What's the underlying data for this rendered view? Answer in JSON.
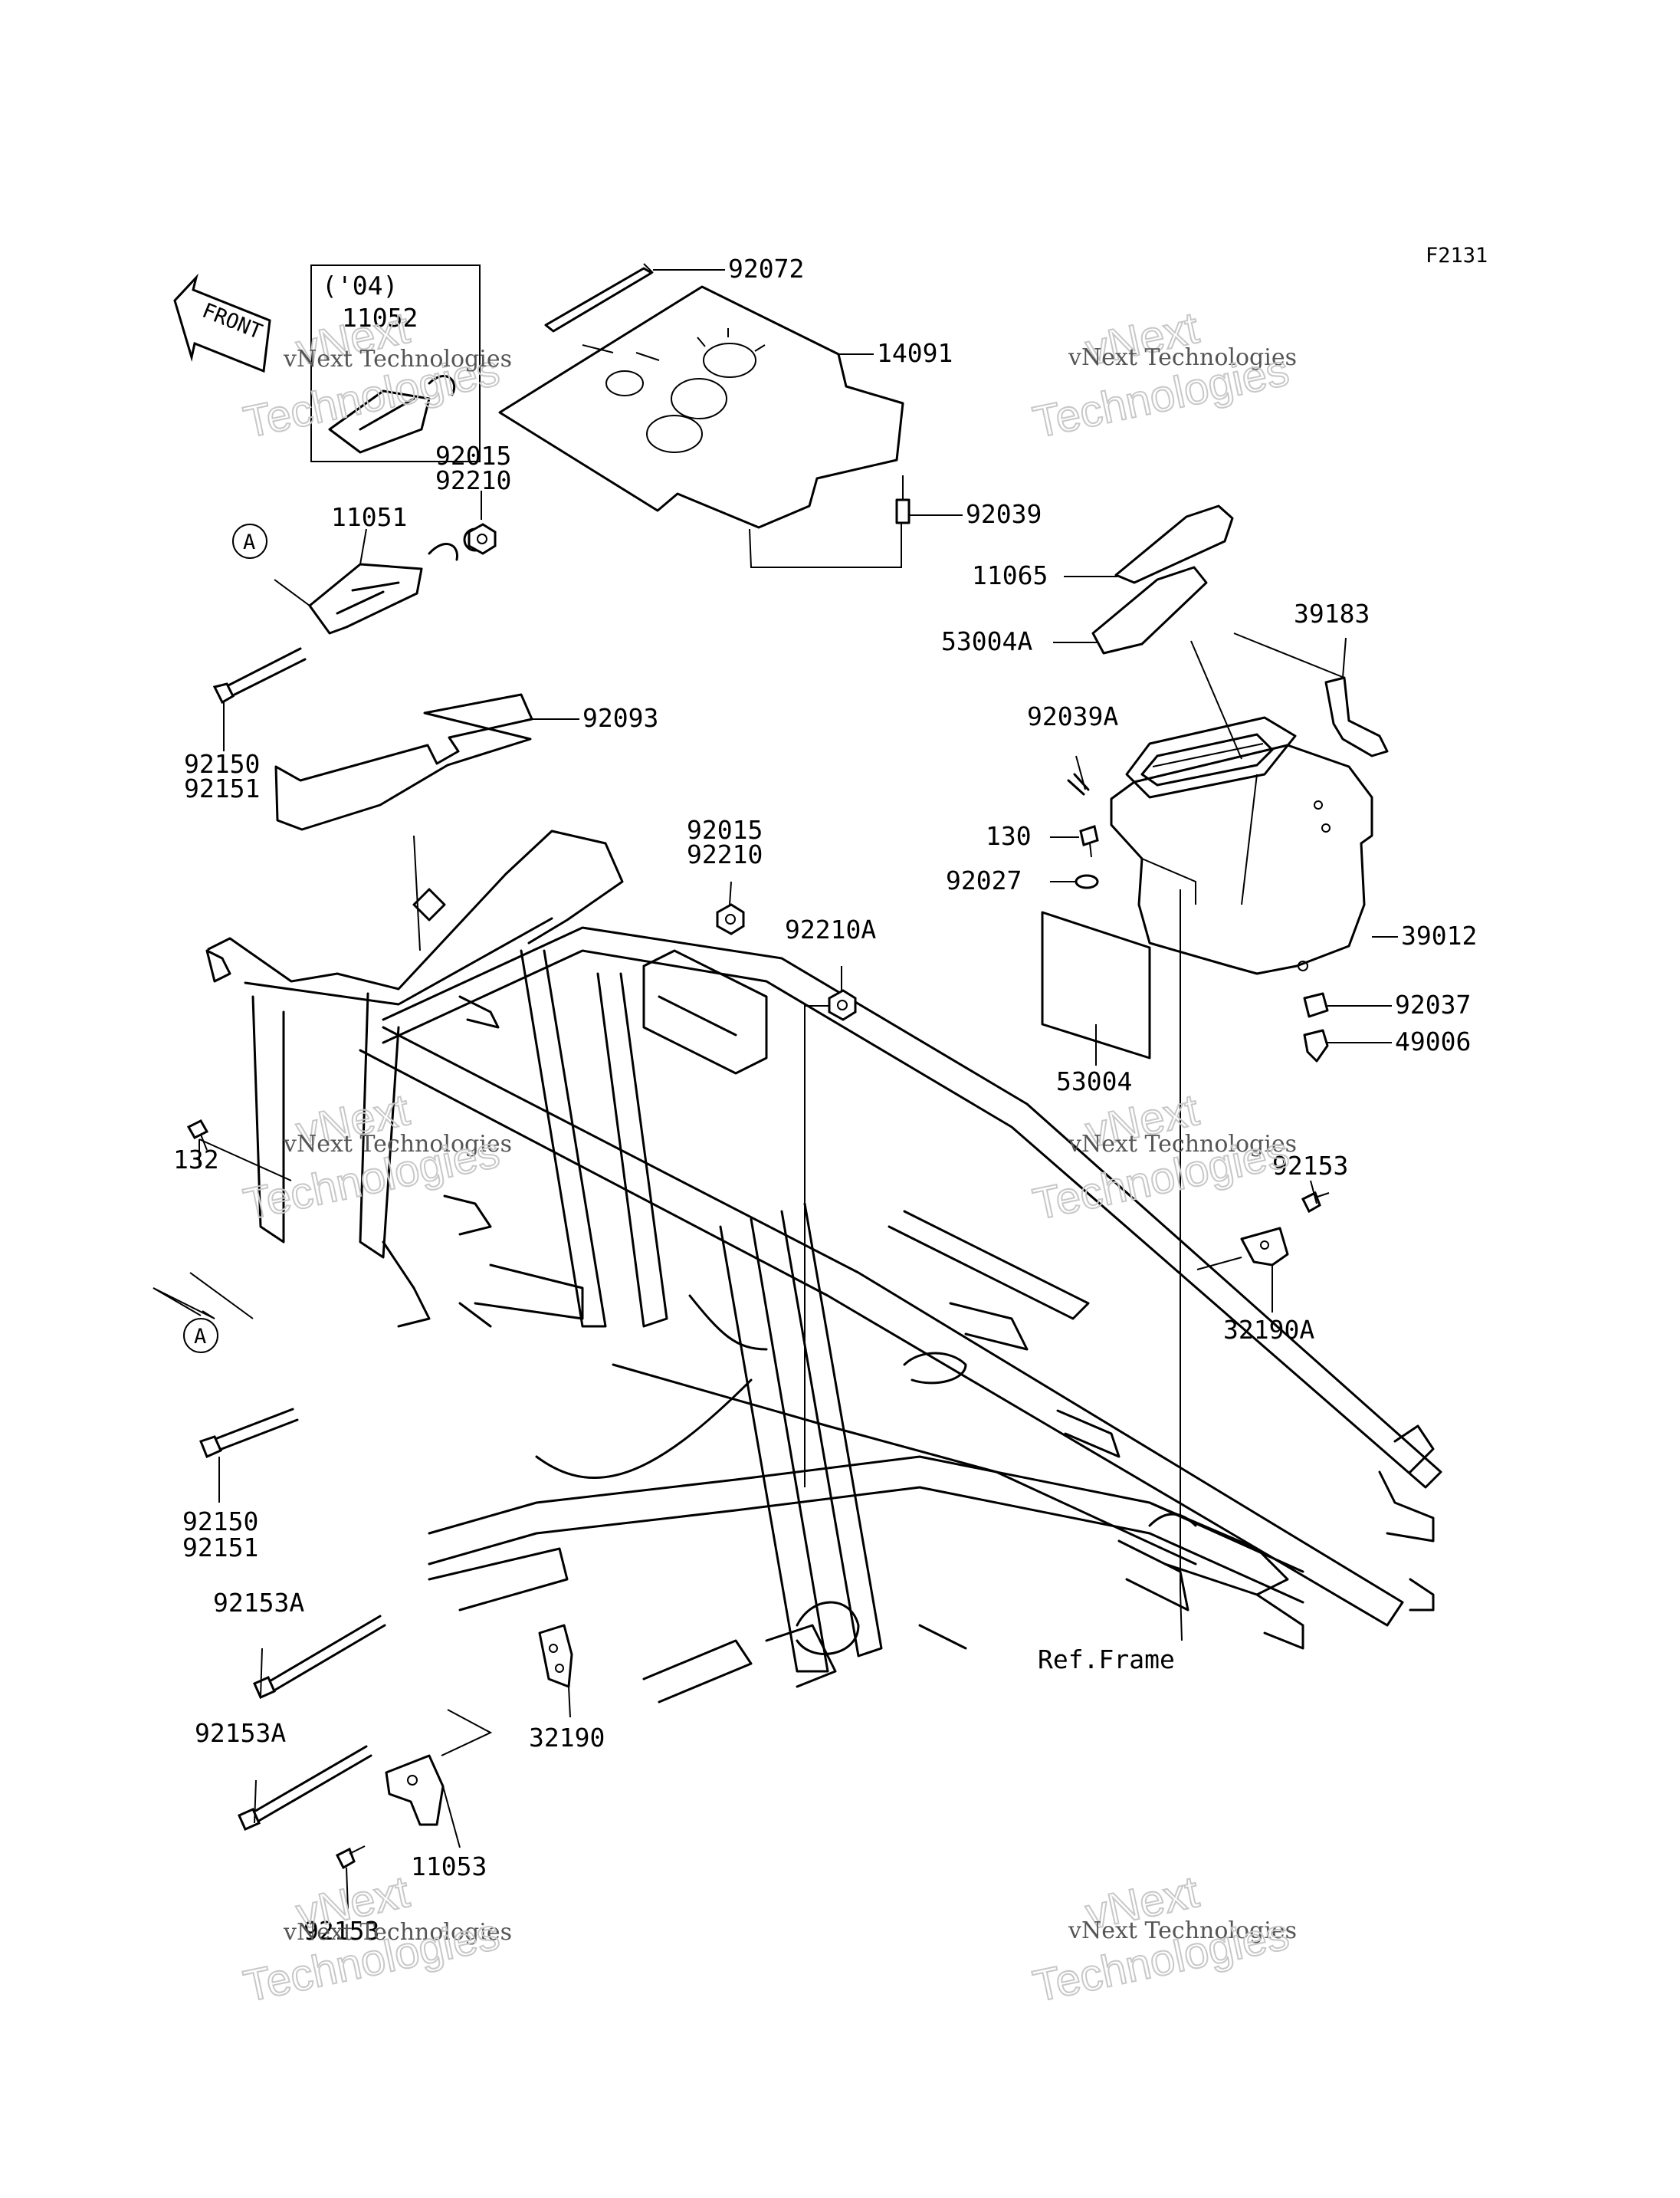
{
  "figure_code": "F2131",
  "front_arrow": {
    "label": "FRONT"
  },
  "inset": {
    "year_label": "('04)",
    "part": "11052"
  },
  "callouts": {
    "a_top": "A",
    "a_bottom": "A"
  },
  "labels": {
    "p92072": "92072",
    "p14091": "14091",
    "p92039": "92039",
    "p92015_top": "92015",
    "p92210_top": "92210",
    "p11051": "11051",
    "p11065": "11065",
    "p53004A": "53004A",
    "p39183": "39183",
    "p92093": "92093",
    "p92150_top": "92150",
    "p92151_top": "92151",
    "p92039A": "92039A",
    "p92015_mid": "92015",
    "p92210_mid": "92210",
    "p130": "130",
    "p92027": "92027",
    "p92210A": "92210A",
    "p39012": "39012",
    "p92037": "92037",
    "p49006": "49006",
    "p53004": "53004",
    "p132": "132",
    "p92153_right": "92153",
    "p32190A": "32190A",
    "p92150_bottom": "92150",
    "p92151_bottom": "92151",
    "p92153A_top": "92153A",
    "ref_frame": "Ref.Frame",
    "p32190": "32190",
    "p92153A_bottom": "92153A",
    "p11053": "11053",
    "p92153_bottom": "92153"
  },
  "watermark": {
    "line1": "vNext Technologies",
    "line2": "vNext",
    "line3": "Technologies"
  },
  "colors": {
    "line": "#000000",
    "background": "#ffffff",
    "watermark": "#c8c8c8"
  }
}
